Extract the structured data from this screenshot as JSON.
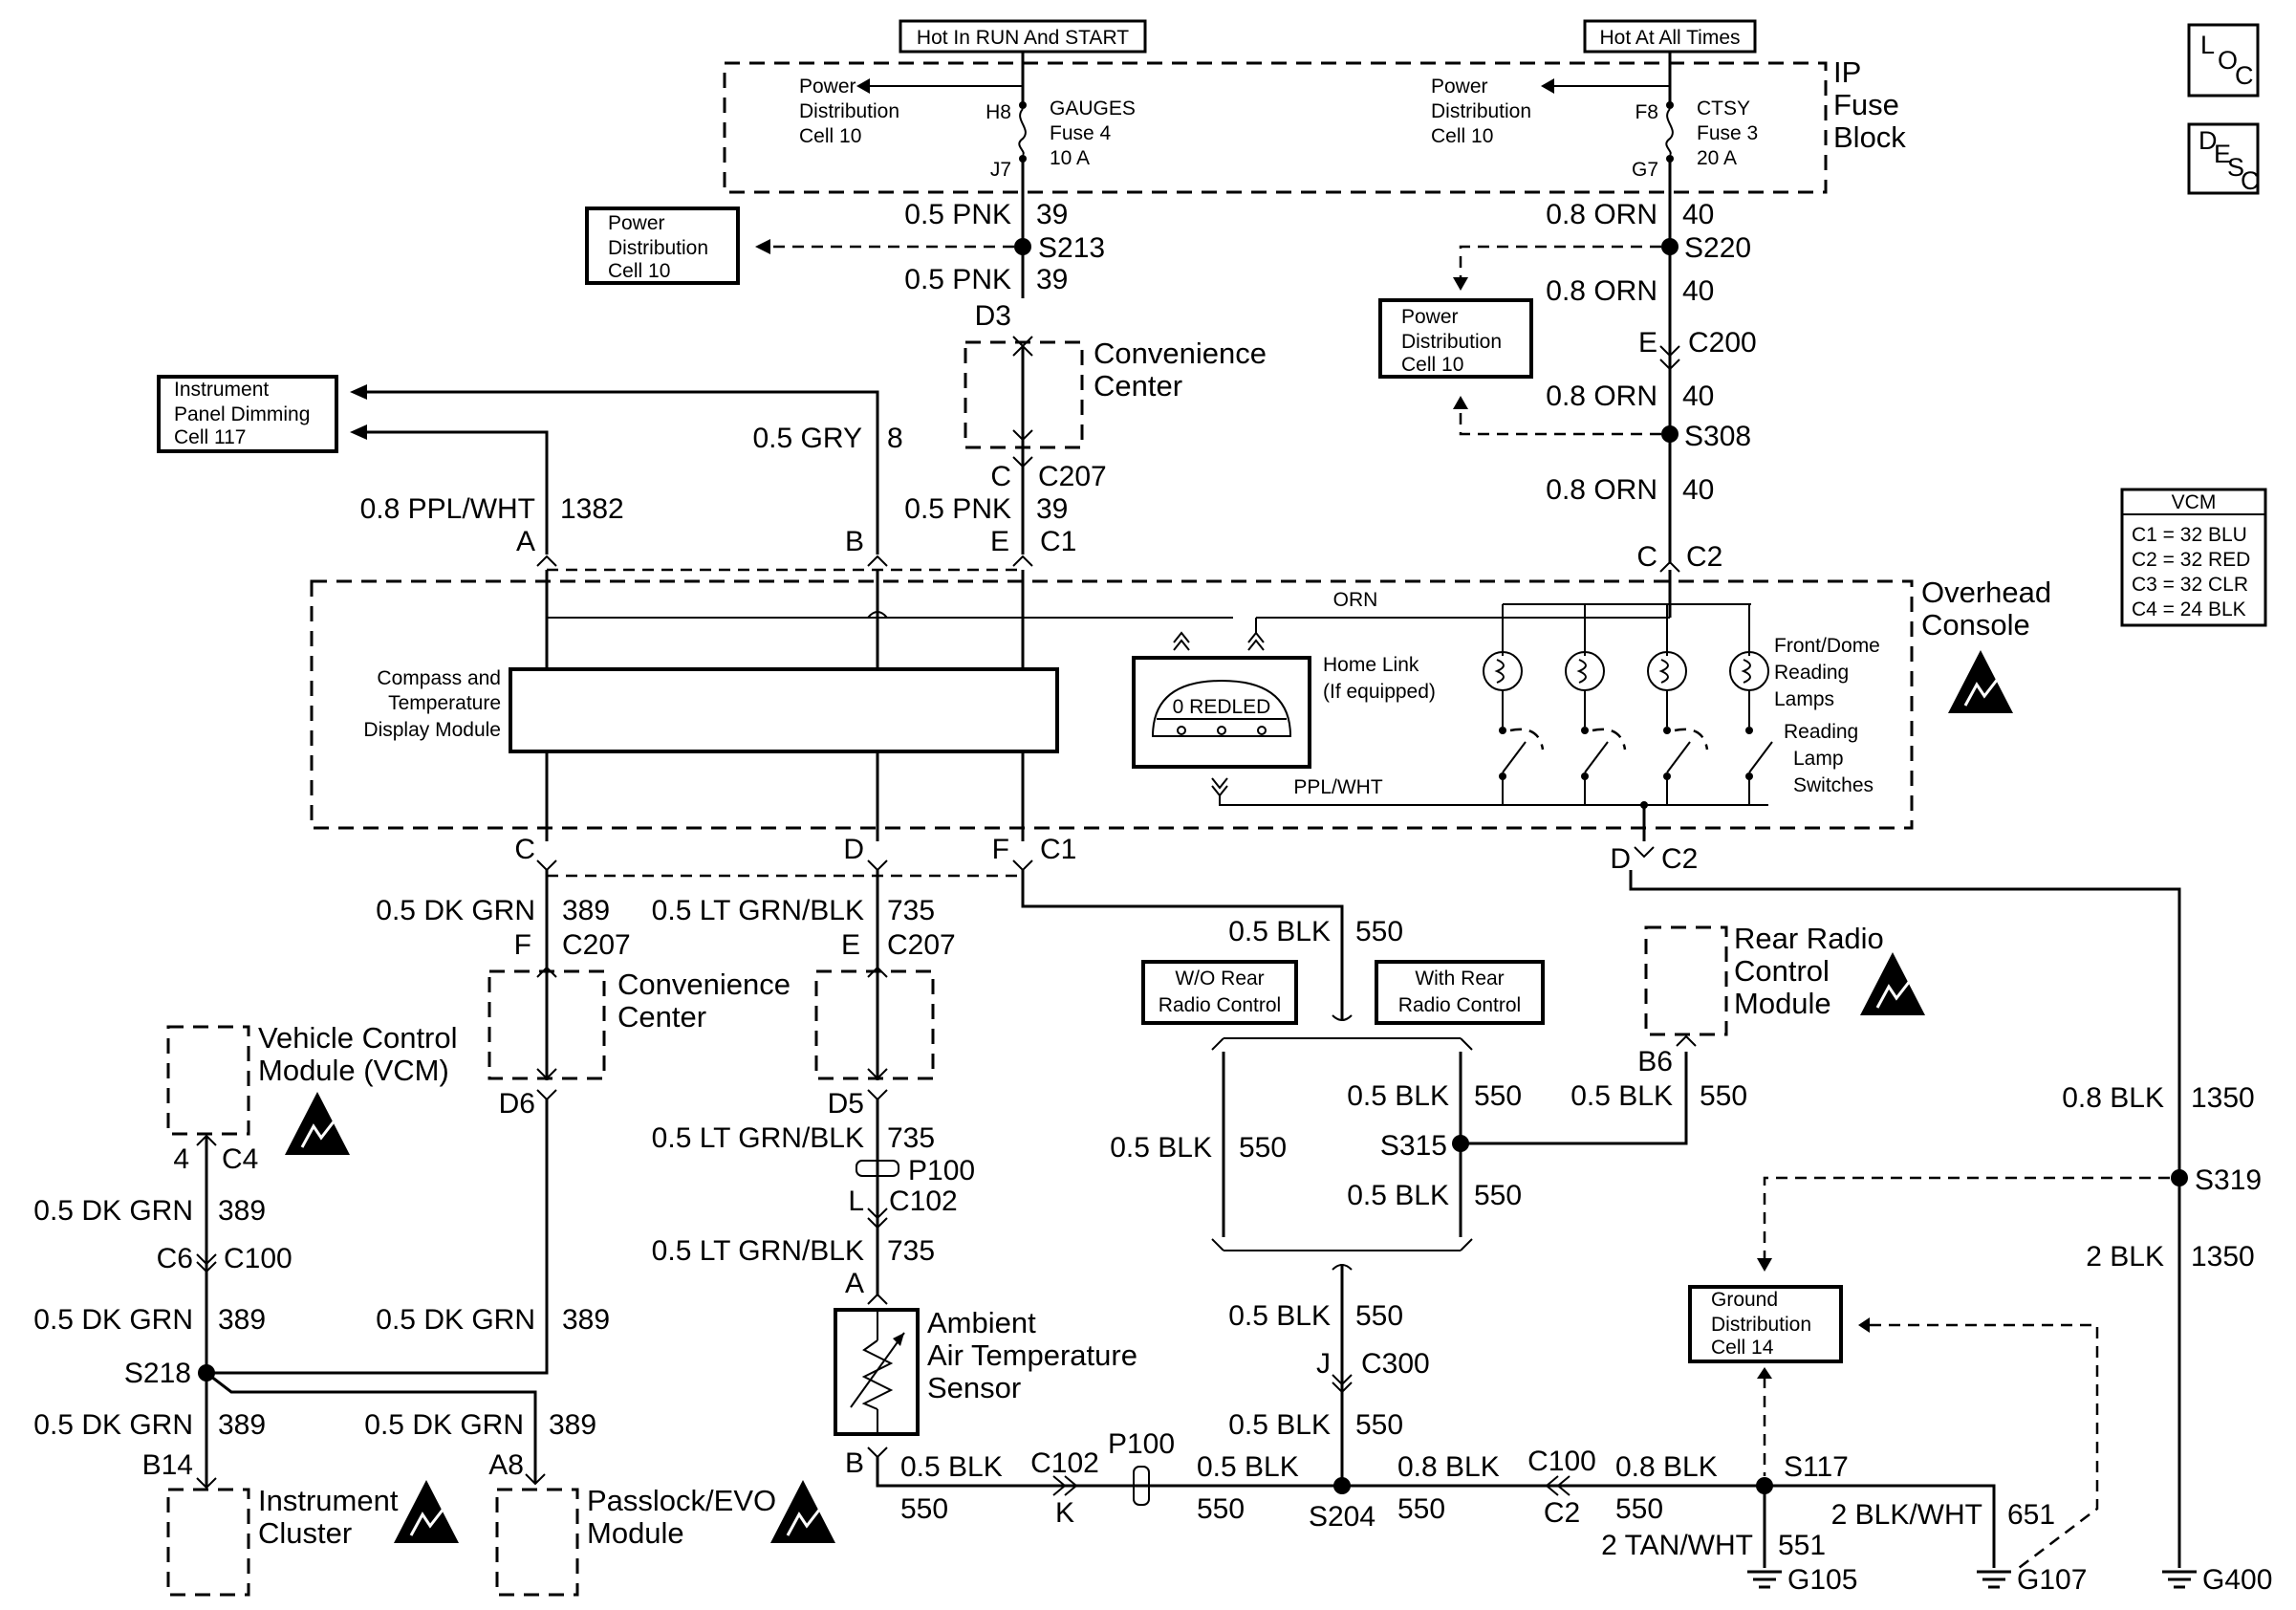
{
  "sources": {
    "run_start": "Hot In RUN And START",
    "at_all_times": "Hot At All Times"
  },
  "fuse_block": {
    "title_line1": "IP",
    "title_line2": "Fuse",
    "title_line3": "Block",
    "power_dist_left": [
      "Power",
      "Distribution",
      "Cell 10"
    ],
    "power_dist_right": [
      "Power",
      "Distribution",
      "Cell 10"
    ],
    "fuse4": {
      "in_pin": "H8",
      "out_pin": "J7",
      "lines": [
        "GAUGES",
        "Fuse 4",
        "10 A"
      ]
    },
    "fuse3": {
      "in_pin": "F8",
      "out_pin": "G7",
      "lines": [
        "CTSY",
        "Fuse 3",
        "20 A"
      ]
    }
  },
  "side_icons": {
    "loc": [
      "L",
      "O",
      "C"
    ],
    "desc": [
      "D",
      "E",
      "S",
      "C"
    ]
  },
  "vcm_table": {
    "title": "VCM",
    "rows": [
      "C1 = 32 BLU",
      "C2 = 32 RED",
      "C3 = 32 CLR",
      "C4 = 24 BLK"
    ]
  },
  "ref_boxes": {
    "pd_s213": [
      "Power",
      "Distribution",
      "Cell 10"
    ],
    "pd_s220": [
      "Power",
      "Distribution",
      "Cell 10"
    ],
    "ipd": [
      "Instrument",
      "Panel Dimming",
      "Cell 117"
    ],
    "wo_rear": [
      "W/O Rear",
      "Radio Control"
    ],
    "with_rear": [
      "With Rear",
      "Radio Control"
    ],
    "ground_dist": [
      "Ground",
      "Distribution",
      "Cell 14"
    ]
  },
  "wires": {
    "pnk_a": {
      "gauge": "0.5 PNK",
      "circuit": "39"
    },
    "pnk_b": {
      "gauge": "0.5 PNK",
      "circuit": "39"
    },
    "pnk_c": {
      "gauge": "0.5 PNK",
      "circuit": "39"
    },
    "orn_a": {
      "gauge": "0.8 ORN",
      "circuit": "40"
    },
    "orn_b": {
      "gauge": "0.8 ORN",
      "circuit": "40"
    },
    "orn_c": {
      "gauge": "0.8 ORN",
      "circuit": "40"
    },
    "orn_d": {
      "gauge": "0.8 ORN",
      "circuit": "40"
    },
    "gry": {
      "gauge": "0.5 GRY",
      "circuit": "8"
    },
    "ppl_wht": {
      "gauge": "0.8 PPL/WHT",
      "circuit": "1382"
    },
    "dkgrn_a": {
      "gauge": "0.5 DK GRN",
      "circuit": "389"
    },
    "dkgrn_b": {
      "gauge": "0.5 DK GRN",
      "circuit": "389"
    },
    "dkgrn_c": {
      "gauge": "0.5 DK GRN",
      "circuit": "389"
    },
    "dkgrn_d": {
      "gauge": "0.5 DK GRN",
      "circuit": "389"
    },
    "dkgrn_e": {
      "gauge": "0.5 DK GRN",
      "circuit": "389"
    },
    "dkgrn_f": {
      "gauge": "0.5 DK GRN",
      "circuit": "389"
    },
    "ltgrn_a": {
      "gauge": "0.5 LT GRN/BLK",
      "circuit": "735"
    },
    "ltgrn_b": {
      "gauge": "0.5 LT GRN/BLK",
      "circuit": "735"
    },
    "ltgrn_c": {
      "gauge": "0.5 LT GRN/BLK",
      "circuit": "735"
    },
    "blk_c1": {
      "gauge": "0.5 BLK",
      "circuit": "550"
    },
    "blk_left": {
      "gauge": "0.5 BLK",
      "circuit": "550"
    },
    "blk_s315_up": {
      "gauge": "0.5 BLK",
      "circuit": "550"
    },
    "blk_s315_down": {
      "gauge": "0.5 BLK",
      "circuit": "550"
    },
    "blk_rrcm": {
      "gauge": "0.5 BLK",
      "circuit": "550"
    },
    "blk_j": {
      "gauge": "0.5 BLK",
      "circuit": "550"
    },
    "blk_s204_up": {
      "gauge": "0.5 BLK",
      "circuit": "550"
    },
    "blk_sensor": {
      "gauge": "0.5 BLK",
      "circuit": "550"
    },
    "blk_p100": {
      "gauge": "0.5 BLK",
      "circuit": "550"
    },
    "blk_s204_right": {
      "gauge": "0.8 BLK",
      "circuit": "550"
    },
    "blk_c100": {
      "gauge": "0.8 BLK",
      "circuit": "550"
    },
    "blk_1350_a": {
      "gauge": "0.8 BLK",
      "circuit": "1350"
    },
    "blk_1350_b": {
      "gauge": "2 BLK",
      "circuit": "1350"
    },
    "tan_wht": {
      "gauge": "2 TAN/WHT",
      "circuit": "551"
    },
    "blk_wht": {
      "gauge": "2 BLK/WHT",
      "circuit": "651"
    },
    "orn_console": {
      "gauge": "ORN"
    },
    "pplwht_console": {
      "gauge": "PPL/WHT"
    }
  },
  "splices": {
    "s213": "S213",
    "s220": "S220",
    "s308": "S308",
    "s315": "S315",
    "s319": "S319",
    "s218": "S218",
    "s204": "S204",
    "s117": "S117"
  },
  "connectors": {
    "d3": "D3",
    "e_c200": "E",
    "c200": "C200",
    "c_c207": "C",
    "c207_a": "C207",
    "a_top": "A",
    "b_top": "B",
    "e_top": "E",
    "c1_top": "C1",
    "c_c2_top": "C",
    "c2_top": "C2",
    "c_bot": "C",
    "d_bot": "D",
    "f_bot": "F",
    "c1_bot": "C1",
    "d_c2_bot": "D",
    "c2_bot": "C2",
    "f_c207": "F",
    "c207_b": "C207",
    "e_c207": "E",
    "c207_c": "C207",
    "d6": "D6",
    "d5": "D5",
    "p100_top": "P100",
    "l_c102": "L",
    "c102_top": "C102",
    "a_sensor": "A",
    "b_sensor": "B",
    "vcm_pin": "4",
    "c4": "C4",
    "c6": "C6",
    "c100": "C100",
    "b14": "B14",
    "a8": "A8",
    "b6": "B6",
    "j": "J",
    "c300": "C300",
    "c102_bot": "C102",
    "k": "K",
    "p100_bot": "P100",
    "c100_bot": "C100",
    "c2_c100": "C2"
  },
  "grounds": {
    "g105": "G105",
    "g107": "G107",
    "g400": "G400"
  },
  "components": {
    "convenience_center_top": [
      "Convenience",
      "Center"
    ],
    "convenience_center_mid": [
      "Convenience",
      "Center"
    ],
    "overhead_console": [
      "Overhead",
      "Console"
    ],
    "compass": [
      "Compass and",
      "Temperature",
      "Display Module"
    ],
    "homelink": [
      "Home Link",
      "(If equipped)"
    ],
    "homelink_display": "0 REDLED",
    "reading_lamps": [
      "Front/Dome",
      "Reading",
      "Lamps"
    ],
    "lamp_switches": [
      "Reading",
      "Lamp",
      "Switches"
    ],
    "rear_radio": [
      "Rear Radio",
      "Control",
      "Module"
    ],
    "vcm": [
      "Vehicle Control",
      "Module (VCM)"
    ],
    "ambient": [
      "Ambient",
      "Air Temperature",
      "Sensor"
    ],
    "instrument_cluster": [
      "Instrument",
      "Cluster"
    ],
    "passlock": [
      "Passlock/EVO",
      "Module"
    ]
  }
}
